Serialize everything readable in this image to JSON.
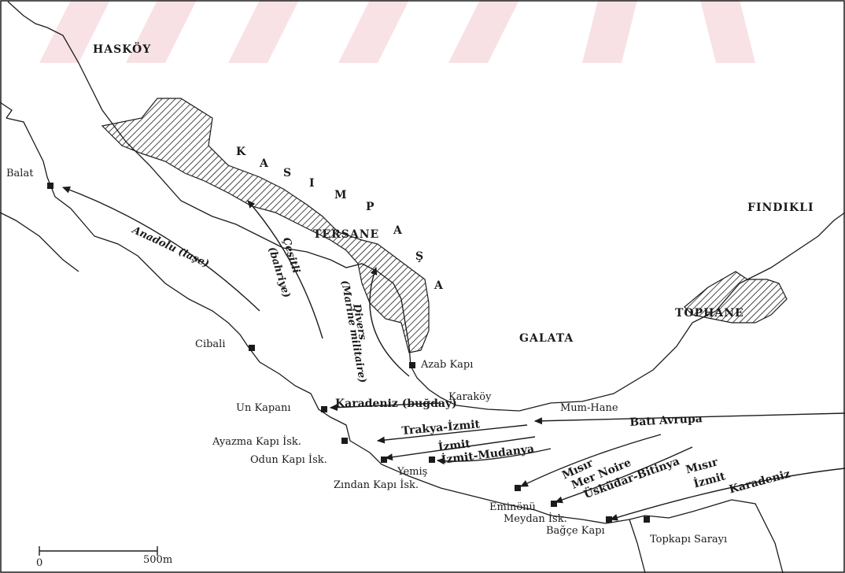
{
  "map": {
    "colors": {
      "ink": "#1b1b1b",
      "accent_band": "#c8102e",
      "paper": "#ffffff"
    },
    "districts": {
      "haskoy": "HASKÖY",
      "kasimpasa": [
        "K",
        "A",
        "S",
        "I",
        "M",
        "P",
        "A",
        "Ş",
        "A"
      ],
      "tersane": "TERSANE",
      "findikli": "FINDIKLI",
      "tophane": "TOPHANE",
      "galata": "GALATA"
    },
    "places": {
      "balat": "Balat",
      "cibali": "Cibali",
      "azab_kapi": "Azab Kapı",
      "karakoy": "Karaköy",
      "mum_hane": "Mum-Hane",
      "un_kapani": "Un Kapanı",
      "ayazma": "Ayazma Kapı İsk.",
      "odun": "Odun Kapı İsk.",
      "yemis": "Yemiş",
      "zindan": "Zından Kapı İsk.",
      "eminonu": "Eminönü",
      "meydan": "Meydan İsk.",
      "bagce": "Bağçe Kapı",
      "topkapi": "Topkapı Sarayı"
    },
    "routes": {
      "anadolu": "Anadolu (iaşe)",
      "cesitli": "Çeşitli",
      "bahriye": "(bahriye)",
      "divers": "Divers",
      "marine": "(Marine militaire)",
      "karadeniz_bugday": "Karadeniz (buğday)",
      "bati_avrupa": "Batı Avrupa",
      "trakya_izmit": "Trakya-İzmit",
      "izmit": "İzmit",
      "izmit_mudanya": "İzmit-Mudanya",
      "misir": "Mısır",
      "mer_noire": "Mer Noire",
      "uskudar_bitinya": "Üsküdar-Bitinya",
      "misir2": "Mısır",
      "izmit2": "İzmit",
      "karadeniz": "Karadeniz"
    },
    "scale": {
      "zero": "0",
      "distance": "500m"
    }
  }
}
